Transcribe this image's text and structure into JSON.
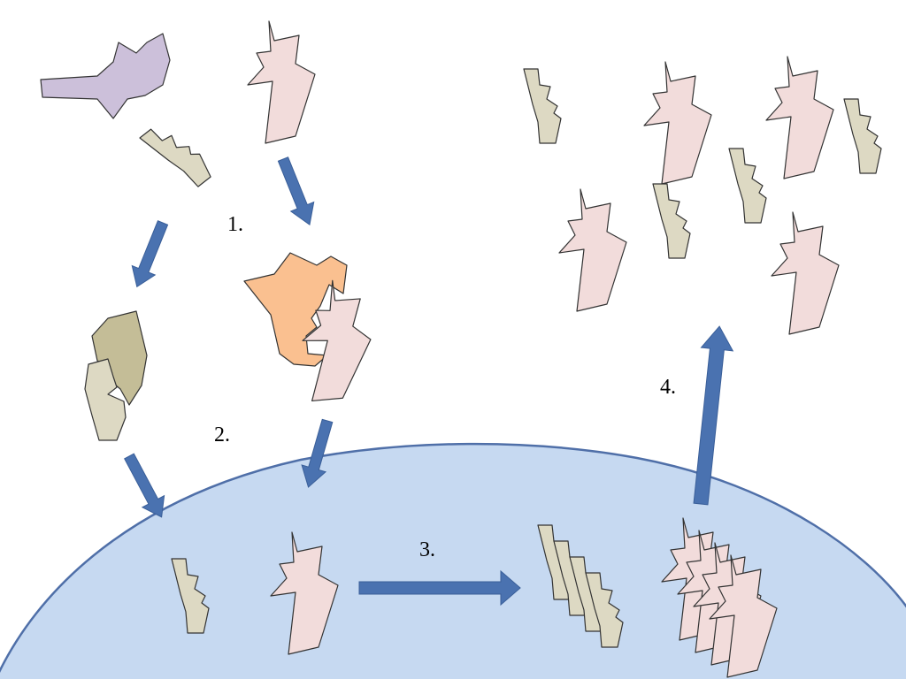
{
  "steps": {
    "step1": "1.",
    "step2": "2.",
    "step3": "3.",
    "step4": "4."
  },
  "colors": {
    "background": "#ffffff",
    "cell_fill": "#c6d9f1",
    "cell_stroke": "#4f6fa8",
    "arrow": "#4a72b0",
    "arrow_stroke": "#3a5f99",
    "purple_shape": "#ccc0da",
    "pink_shape": "#f2dcdb",
    "tan_shape": "#ddd9c3",
    "dark_tan_shape": "#c4bd97",
    "orange_shape": "#fac090",
    "shape_outline": "#333333"
  },
  "icons": [
    "membrane-cell",
    "purple-ligand-shape",
    "pink-spiky-shape",
    "tan-notched-shape",
    "dark-tan-receptor",
    "orange-receptor",
    "block-arrow"
  ]
}
